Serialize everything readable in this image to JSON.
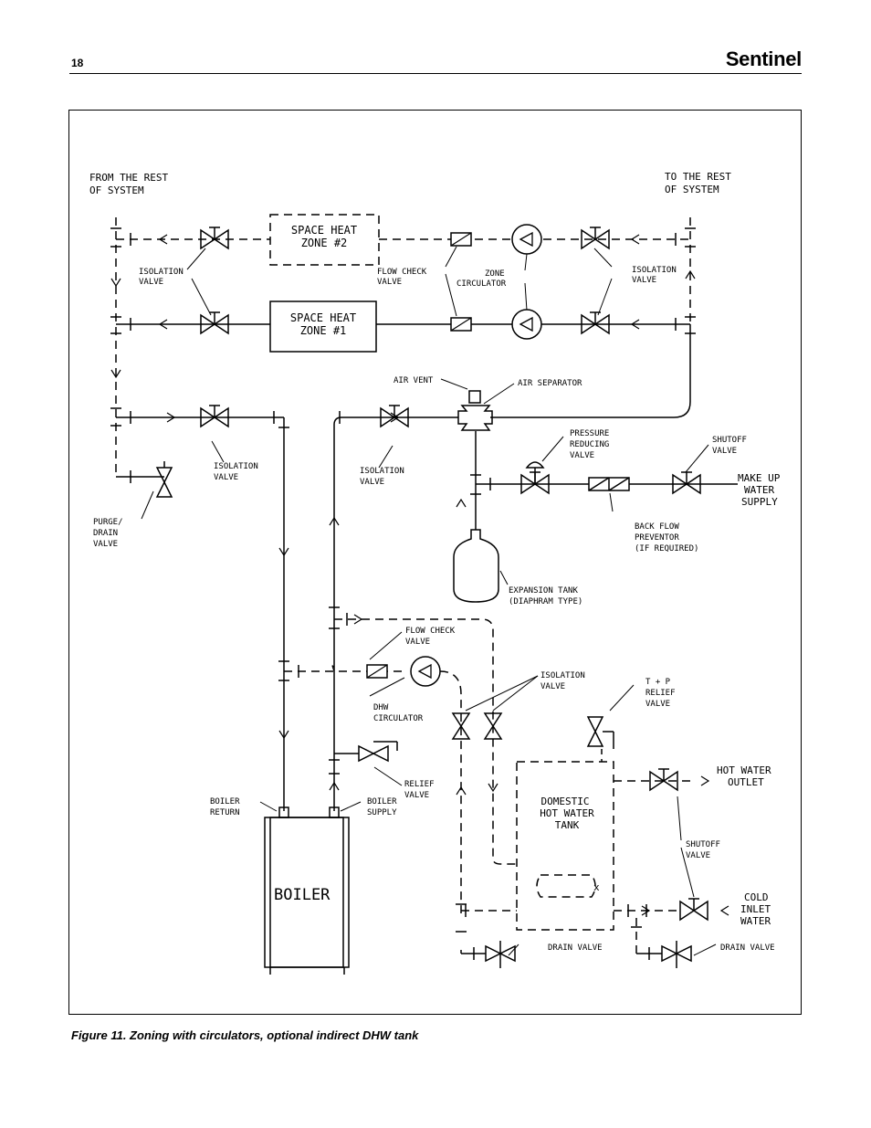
{
  "header": {
    "page_number": "18",
    "brand": "Sentinel"
  },
  "caption": "Figure 11. Zoning with circulators, optional indirect DHW tank",
  "labels": {
    "from_rest_1": "FROM THE REST",
    "from_rest_2": "OF SYSTEM",
    "to_rest_1": "TO THE REST",
    "to_rest_2": "OF SYSTEM",
    "zone2_1": "SPACE HEAT",
    "zone2_2": "ZONE #2",
    "zone1_1": "SPACE HEAT",
    "zone1_2": "ZONE #1",
    "iso_left_1": "ISOLATION",
    "iso_left_2": "VALVE",
    "flow_check_1": "FLOW CHECK",
    "flow_check_2": "VALVE",
    "zone_circ_1": "ZONE",
    "zone_circ_2": "CIRCULATOR",
    "iso_right_1": "ISOLATION",
    "iso_right_2": "VALVE",
    "air_vent": "AIR VENT",
    "air_separator": "AIR SEPARATOR",
    "prv_1": "PRESSURE",
    "prv_2": "REDUCING",
    "prv_3": "VALVE",
    "shutoff_top_1": "SHUTOFF",
    "shutoff_top_2": "VALVE",
    "makeup_1": "MAKE UP",
    "makeup_2": "WATER",
    "makeup_3": "SUPPLY",
    "iso_ret_1": "ISOLATION",
    "iso_ret_2": "VALVE",
    "iso_sup_1": "ISOLATION",
    "iso_sup_2": "VALVE",
    "purge_1": "PURGE/",
    "purge_2": "DRAIN",
    "purge_3": "VALVE",
    "backflow_1": "BACK FLOW",
    "backflow_2": "PREVENTOR",
    "backflow_3": "(IF REQUIRED)",
    "exp_tank_1": "EXPANSION TANK",
    "exp_tank_2": "(DIAPHRAM TYPE)",
    "flow_check_dhw_1": "FLOW CHECK",
    "flow_check_dhw_2": "VALVE",
    "iso_dhw_1": "ISOLATION",
    "iso_dhw_2": "VALVE",
    "tp_1": "T + P",
    "tp_2": "RELIEF",
    "tp_3": "VALVE",
    "dhw_circ_1": "DHW",
    "dhw_circ_2": "CIRCULATOR",
    "relief_1": "RELIEF",
    "relief_2": "VALVE",
    "dom_tank_1": "DOMESTIC",
    "dom_tank_2": "HOT WATER",
    "dom_tank_3": "TANK",
    "hot_outlet_1": "HOT WATER",
    "hot_outlet_2": "OUTLET",
    "boiler_return_1": "BOILER",
    "boiler_return_2": "RETURN",
    "boiler_supply_1": "BOILER",
    "boiler_supply_2": "SUPPLY",
    "shutoff_bot_1": "SHUTOFF",
    "shutoff_bot_2": "VALVE",
    "boiler": "BOILER",
    "cold_1": "COLD",
    "cold_2": "INLET",
    "cold_3": "WATER",
    "drain_valve_left": "DRAIN VALVE",
    "drain_valve_right": "DRAIN VALVE"
  }
}
